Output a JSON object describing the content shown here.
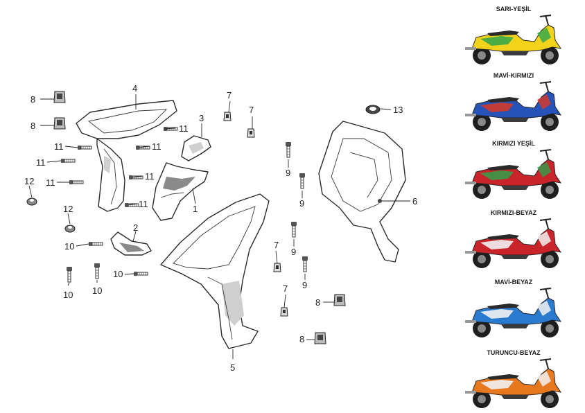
{
  "callouts": {
    "c1": "1",
    "c2": "2",
    "c3": "3",
    "c4": "4",
    "c5": "5",
    "c6": "6",
    "c7a": "7",
    "c7b": "7",
    "c7c": "7",
    "c7d": "7",
    "c8a": "8",
    "c8b": "8",
    "c8c": "8",
    "c8d": "8",
    "c9a": "9",
    "c9b": "9",
    "c9c": "9",
    "c9d": "9",
    "c10a": "10",
    "c10b": "10",
    "c10c": "10",
    "c10d": "10",
    "c11a": "11",
    "c11b": "11",
    "c11c": "11",
    "c11d": "11",
    "c11e": "11",
    "c11f": "11",
    "c12a": "12",
    "c12b": "12",
    "c13": "13"
  },
  "variants": [
    {
      "label": "SARI-YEŞİL",
      "colors": [
        "#f2d21a",
        "#3aa84a"
      ]
    },
    {
      "label": "MAVİ-KIRMIZI",
      "colors": [
        "#2553b8",
        "#d23a2a"
      ]
    },
    {
      "label": "KIRMIZI YEŞİL",
      "colors": [
        "#c8242a",
        "#3a9a4a"
      ]
    },
    {
      "label": "KIRMIZI-BEYAZ",
      "colors": [
        "#c8242a",
        "#f2f2f2"
      ]
    },
    {
      "label": "MAVİ-BEYAZ",
      "colors": [
        "#2a7ad0",
        "#f2f2f2"
      ]
    },
    {
      "label": "TURUNCU-BEYAZ",
      "colors": [
        "#e8781e",
        "#f2f2f2"
      ]
    }
  ]
}
